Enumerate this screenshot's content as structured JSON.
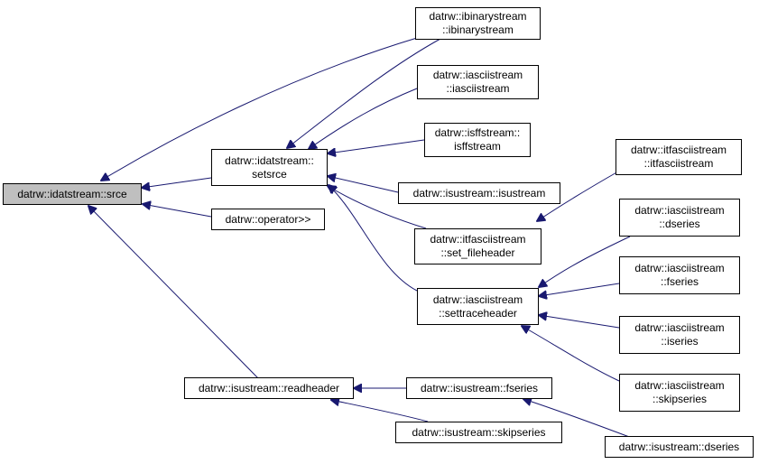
{
  "colors": {
    "edge": "#191970",
    "node_border": "#000000",
    "root_fill": "#bfbfbf",
    "node_fill": "#ffffff"
  },
  "nodes": {
    "srce": {
      "lines": [
        "datrw::idatstream::srce"
      ]
    },
    "setsrce": {
      "lines": [
        "datrw::idatstream::",
        "setsrce"
      ]
    },
    "operator": {
      "lines": [
        "datrw::operator>>"
      ]
    },
    "readheader": {
      "lines": [
        "datrw::isustream::readheader"
      ]
    },
    "ibinary": {
      "lines": [
        "datrw::ibinarystream",
        "::ibinarystream"
      ]
    },
    "iascii": {
      "lines": [
        "datrw::iasciistream",
        "::iasciistream"
      ]
    },
    "isff": {
      "lines": [
        "datrw::isffstream::",
        "isffstream"
      ]
    },
    "isustream": {
      "lines": [
        "datrw::isustream::isustream"
      ]
    },
    "setfileheader": {
      "lines": [
        "datrw::itfasciistream",
        "::set_fileheader"
      ]
    },
    "settraceheader": {
      "lines": [
        "datrw::iasciistream",
        "::settraceheader"
      ]
    },
    "fseries_isu": {
      "lines": [
        "datrw::isustream::fseries"
      ]
    },
    "skipseries_isu": {
      "lines": [
        "datrw::isustream::skipseries"
      ]
    },
    "itfascii": {
      "lines": [
        "datrw::itfasciistream",
        "::itfasciistream"
      ]
    },
    "dseries_ascii": {
      "lines": [
        "datrw::iasciistream",
        "::dseries"
      ]
    },
    "fseries_ascii": {
      "lines": [
        "datrw::iasciistream",
        "::fseries"
      ]
    },
    "iseries_ascii": {
      "lines": [
        "datrw::iasciistream",
        "::iseries"
      ]
    },
    "skipseries_ascii": {
      "lines": [
        "datrw::iasciistream",
        "::skipseries"
      ]
    },
    "dseries_isu": {
      "lines": [
        "datrw::isustream::dseries"
      ]
    }
  }
}
